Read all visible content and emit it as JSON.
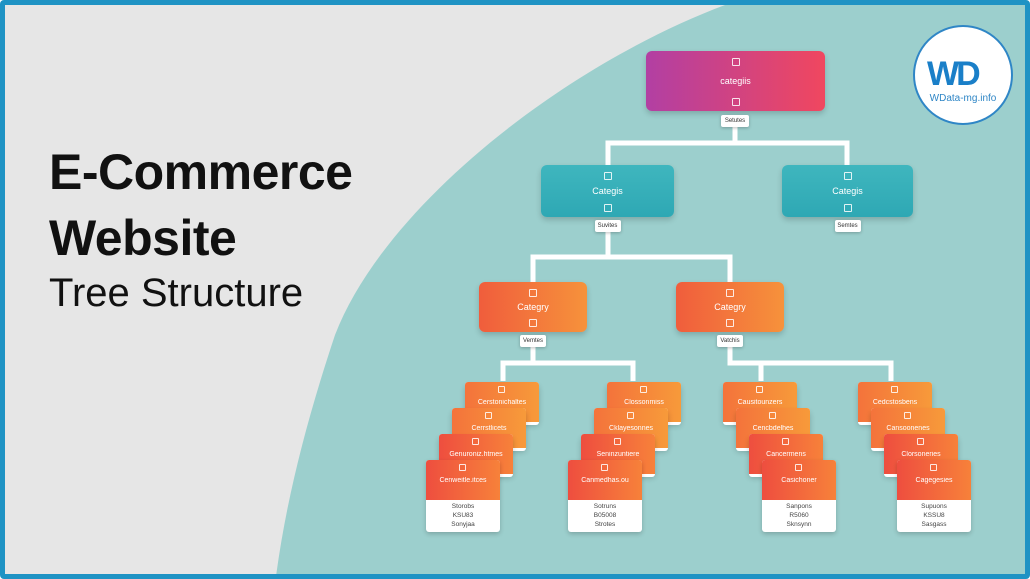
{
  "title": {
    "line1": "E-Commerce",
    "line2": "Website",
    "line3": "Tree Structure"
  },
  "logo": {
    "mark": "WD",
    "text": "WData-mg.info"
  },
  "colors": {
    "root_gradient": [
      "#b23fa3",
      "#f0475f"
    ],
    "teal": [
      "#3fb6be",
      "#2ea8b4"
    ],
    "orange": [
      "#f05d3c",
      "#f6923b"
    ],
    "card_red": "#ee4e3f",
    "teal_background": "#9ccfcd",
    "frame_blue": "#1f93c4",
    "frame_green": "#3fae6a"
  },
  "tree": {
    "root": {
      "label": "categiis",
      "tag": "Setutes"
    },
    "level1": [
      {
        "label": "Categis",
        "tag": "Suvites"
      },
      {
        "label": "Categis",
        "tag": "Semtes"
      }
    ],
    "level2": [
      {
        "label": "Categry",
        "tag": "Vemtes"
      },
      {
        "label": "Categry",
        "tag": "Vatchis"
      }
    ],
    "stacks": [
      {
        "cards": [
          "Cerstonichaltes",
          "Cerrstlicets",
          "Genuroniz.htmes",
          "Cenweitle.itces"
        ],
        "footer": [
          "Storobs",
          "KSU83",
          "Sonyjaa"
        ]
      },
      {
        "cards": [
          "Clossonmiss",
          "Cklayesonnes",
          "Seninzuntiere",
          "Canmedhas.ou"
        ],
        "footer": [
          "Sotruns",
          "B05008",
          "Strotes"
        ]
      },
      {
        "cards": [
          "Causitounzers",
          "Cencbdelhes",
          "Cancermens",
          "Casichoner"
        ],
        "footer": [
          "Sanpons",
          "R5060",
          "Sknsynn"
        ]
      },
      {
        "cards": [
          "Cedcstosbens",
          "Cansoonenes",
          "Clorsoneries",
          "Cagegesies"
        ],
        "footer": [
          "Supuons",
          "KSSU8",
          "Sasgass"
        ]
      }
    ]
  }
}
